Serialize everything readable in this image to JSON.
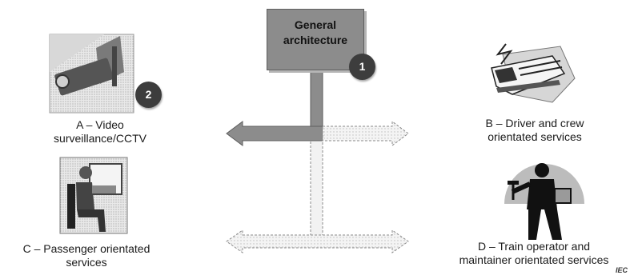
{
  "general": {
    "line1": "General",
    "line2": "architecture",
    "badge": "1"
  },
  "video": {
    "line1": "A – Video",
    "line2": "surveillance/CCTV",
    "badge": "2",
    "icon": "cctv-camera-icon"
  },
  "driver": {
    "line1": "B – Driver and crew",
    "line2": "orientated services",
    "icon": "train-icon"
  },
  "passenger": {
    "line1": "C – Passenger orientated",
    "line2": "services",
    "icon": "seated-passenger-icon"
  },
  "operator": {
    "line1": "D – Train operator and",
    "line2": "maintainer orientated services",
    "icon": "maintenance-worker-icon"
  },
  "credit": "IEC",
  "colors": {
    "box": "#8c8c8c",
    "badge": "#3d3d3d",
    "solid_arrow": "#8a8a8a",
    "dashed_outline": "#8a8a8a"
  }
}
